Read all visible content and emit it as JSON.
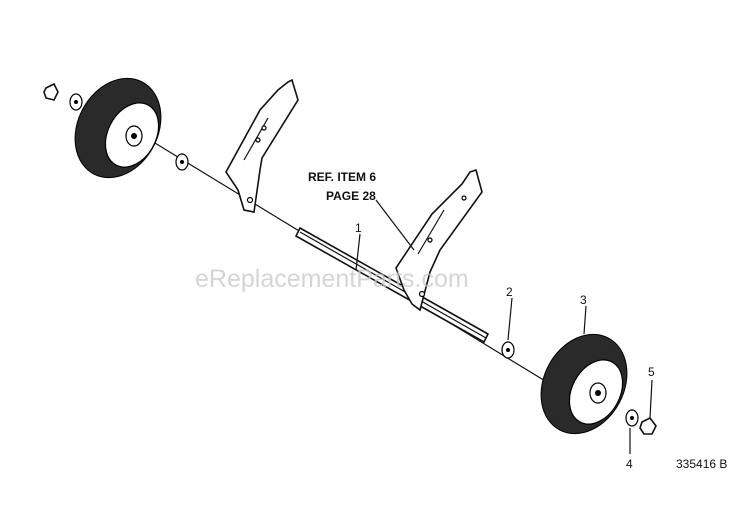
{
  "callouts": {
    "item1": "1",
    "item2": "2",
    "item3": "3",
    "item4": "4",
    "item5": "5"
  },
  "reference": {
    "line1": "REF. ITEM 6",
    "line2": "PAGE 28"
  },
  "diagram_id": "335416 B",
  "watermark": "eReplacementParts.com"
}
